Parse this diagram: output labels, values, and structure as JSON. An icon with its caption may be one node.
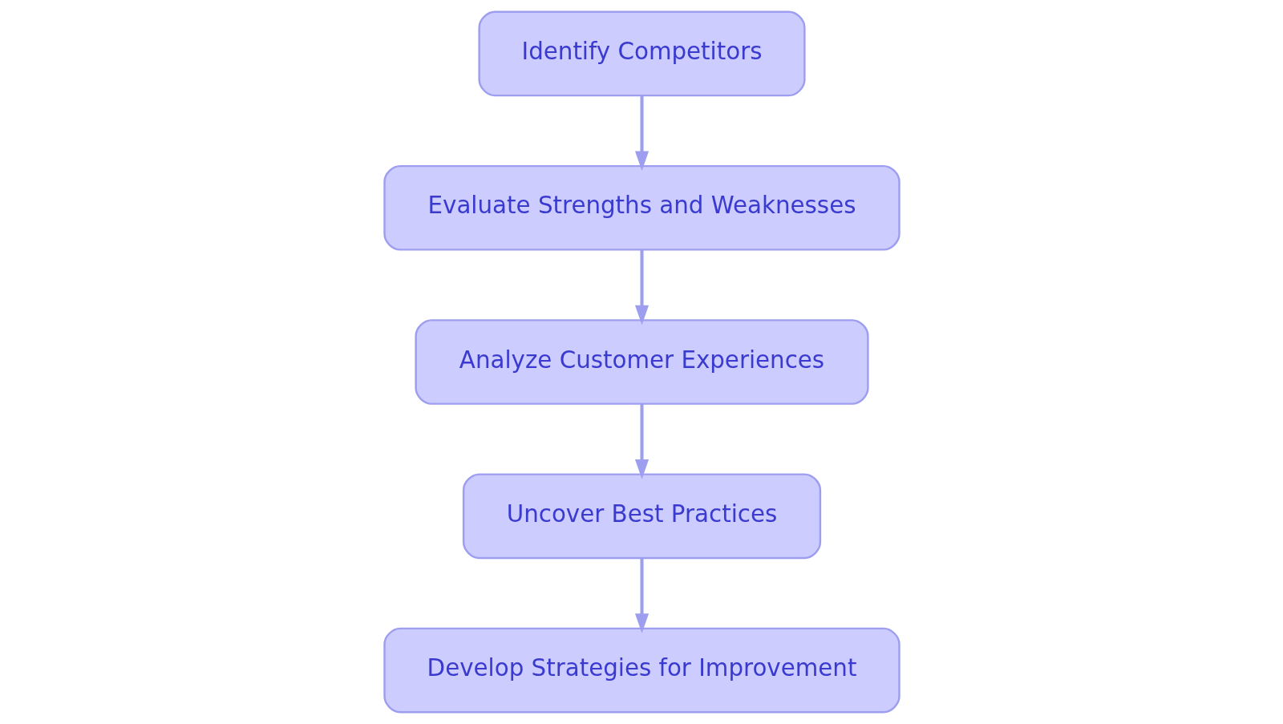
{
  "diagram": {
    "nodes": [
      {
        "text": [
          "Identify Competitors"
        ]
      },
      {
        "text": [
          "Evaluate Strengths and Weaknesses"
        ]
      },
      {
        "text": [
          "Analyze Customer Experiences"
        ]
      },
      {
        "text": [
          "Uncover Best Practices"
        ]
      },
      {
        "text": [
          "Develop Strategies for Improvement"
        ]
      }
    ],
    "edges": [
      {
        "from": 0,
        "to": 1,
        "arrow": "to"
      },
      {
        "from": 1,
        "to": 2,
        "arrow": "to"
      },
      {
        "from": 2,
        "to": 3,
        "arrow": "to"
      },
      {
        "from": 3,
        "to": 4,
        "arrow": "to"
      }
    ]
  }
}
